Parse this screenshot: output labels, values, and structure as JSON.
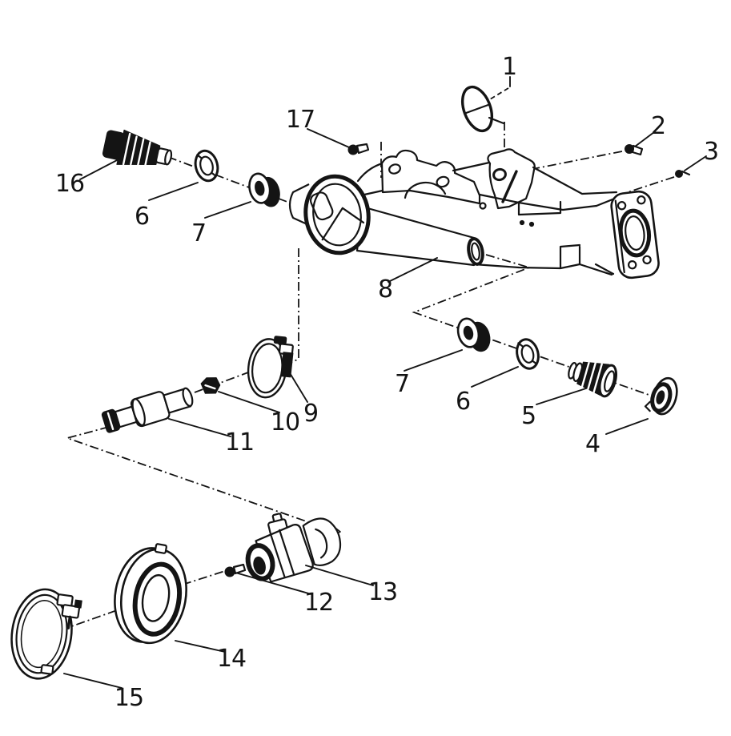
{
  "figure": {
    "type": "exploded-parts-diagram",
    "subject": "rear-axle-housing-assembly",
    "colors": {
      "background": "#ffffff",
      "line": "#141414"
    },
    "callouts": {
      "c1": "1",
      "c2": "2",
      "c3": "3",
      "c4": "4",
      "c5": "5",
      "c6_right": "6",
      "c7_right": "7",
      "c8": "8",
      "c9": "9",
      "c10": "10",
      "c11": "11",
      "c12": "12",
      "c13": "13",
      "c14": "14",
      "c15": "15",
      "c16": "16",
      "c17": "17",
      "c6_left": "6",
      "c7_left": "7"
    },
    "parts": [
      {
        "callout": "1",
        "name": "oval-seal-ring"
      },
      {
        "callout": "2",
        "name": "flange-bolt"
      },
      {
        "callout": "3",
        "name": "small-screw"
      },
      {
        "callout": "4",
        "name": "ring-nut"
      },
      {
        "callout": "5",
        "name": "threaded-adjuster-plug-right"
      },
      {
        "callout": "6",
        "name": "lock-washer"
      },
      {
        "callout": "7",
        "name": "bearing"
      },
      {
        "callout": "8",
        "name": "axle-housing"
      },
      {
        "callout": "9",
        "name": "hose-clamp-small"
      },
      {
        "callout": "10",
        "name": "hex-nut"
      },
      {
        "callout": "11",
        "name": "stub-shaft"
      },
      {
        "callout": "12",
        "name": "pinch-bolt"
      },
      {
        "callout": "13",
        "name": "u-joint-yoke"
      },
      {
        "callout": "14",
        "name": "rubber-boot"
      },
      {
        "callout": "15",
        "name": "hose-clamp-large"
      },
      {
        "callout": "16",
        "name": "threaded-adjuster-plug-left"
      },
      {
        "callout": "17",
        "name": "bracket-bolt"
      }
    ]
  }
}
